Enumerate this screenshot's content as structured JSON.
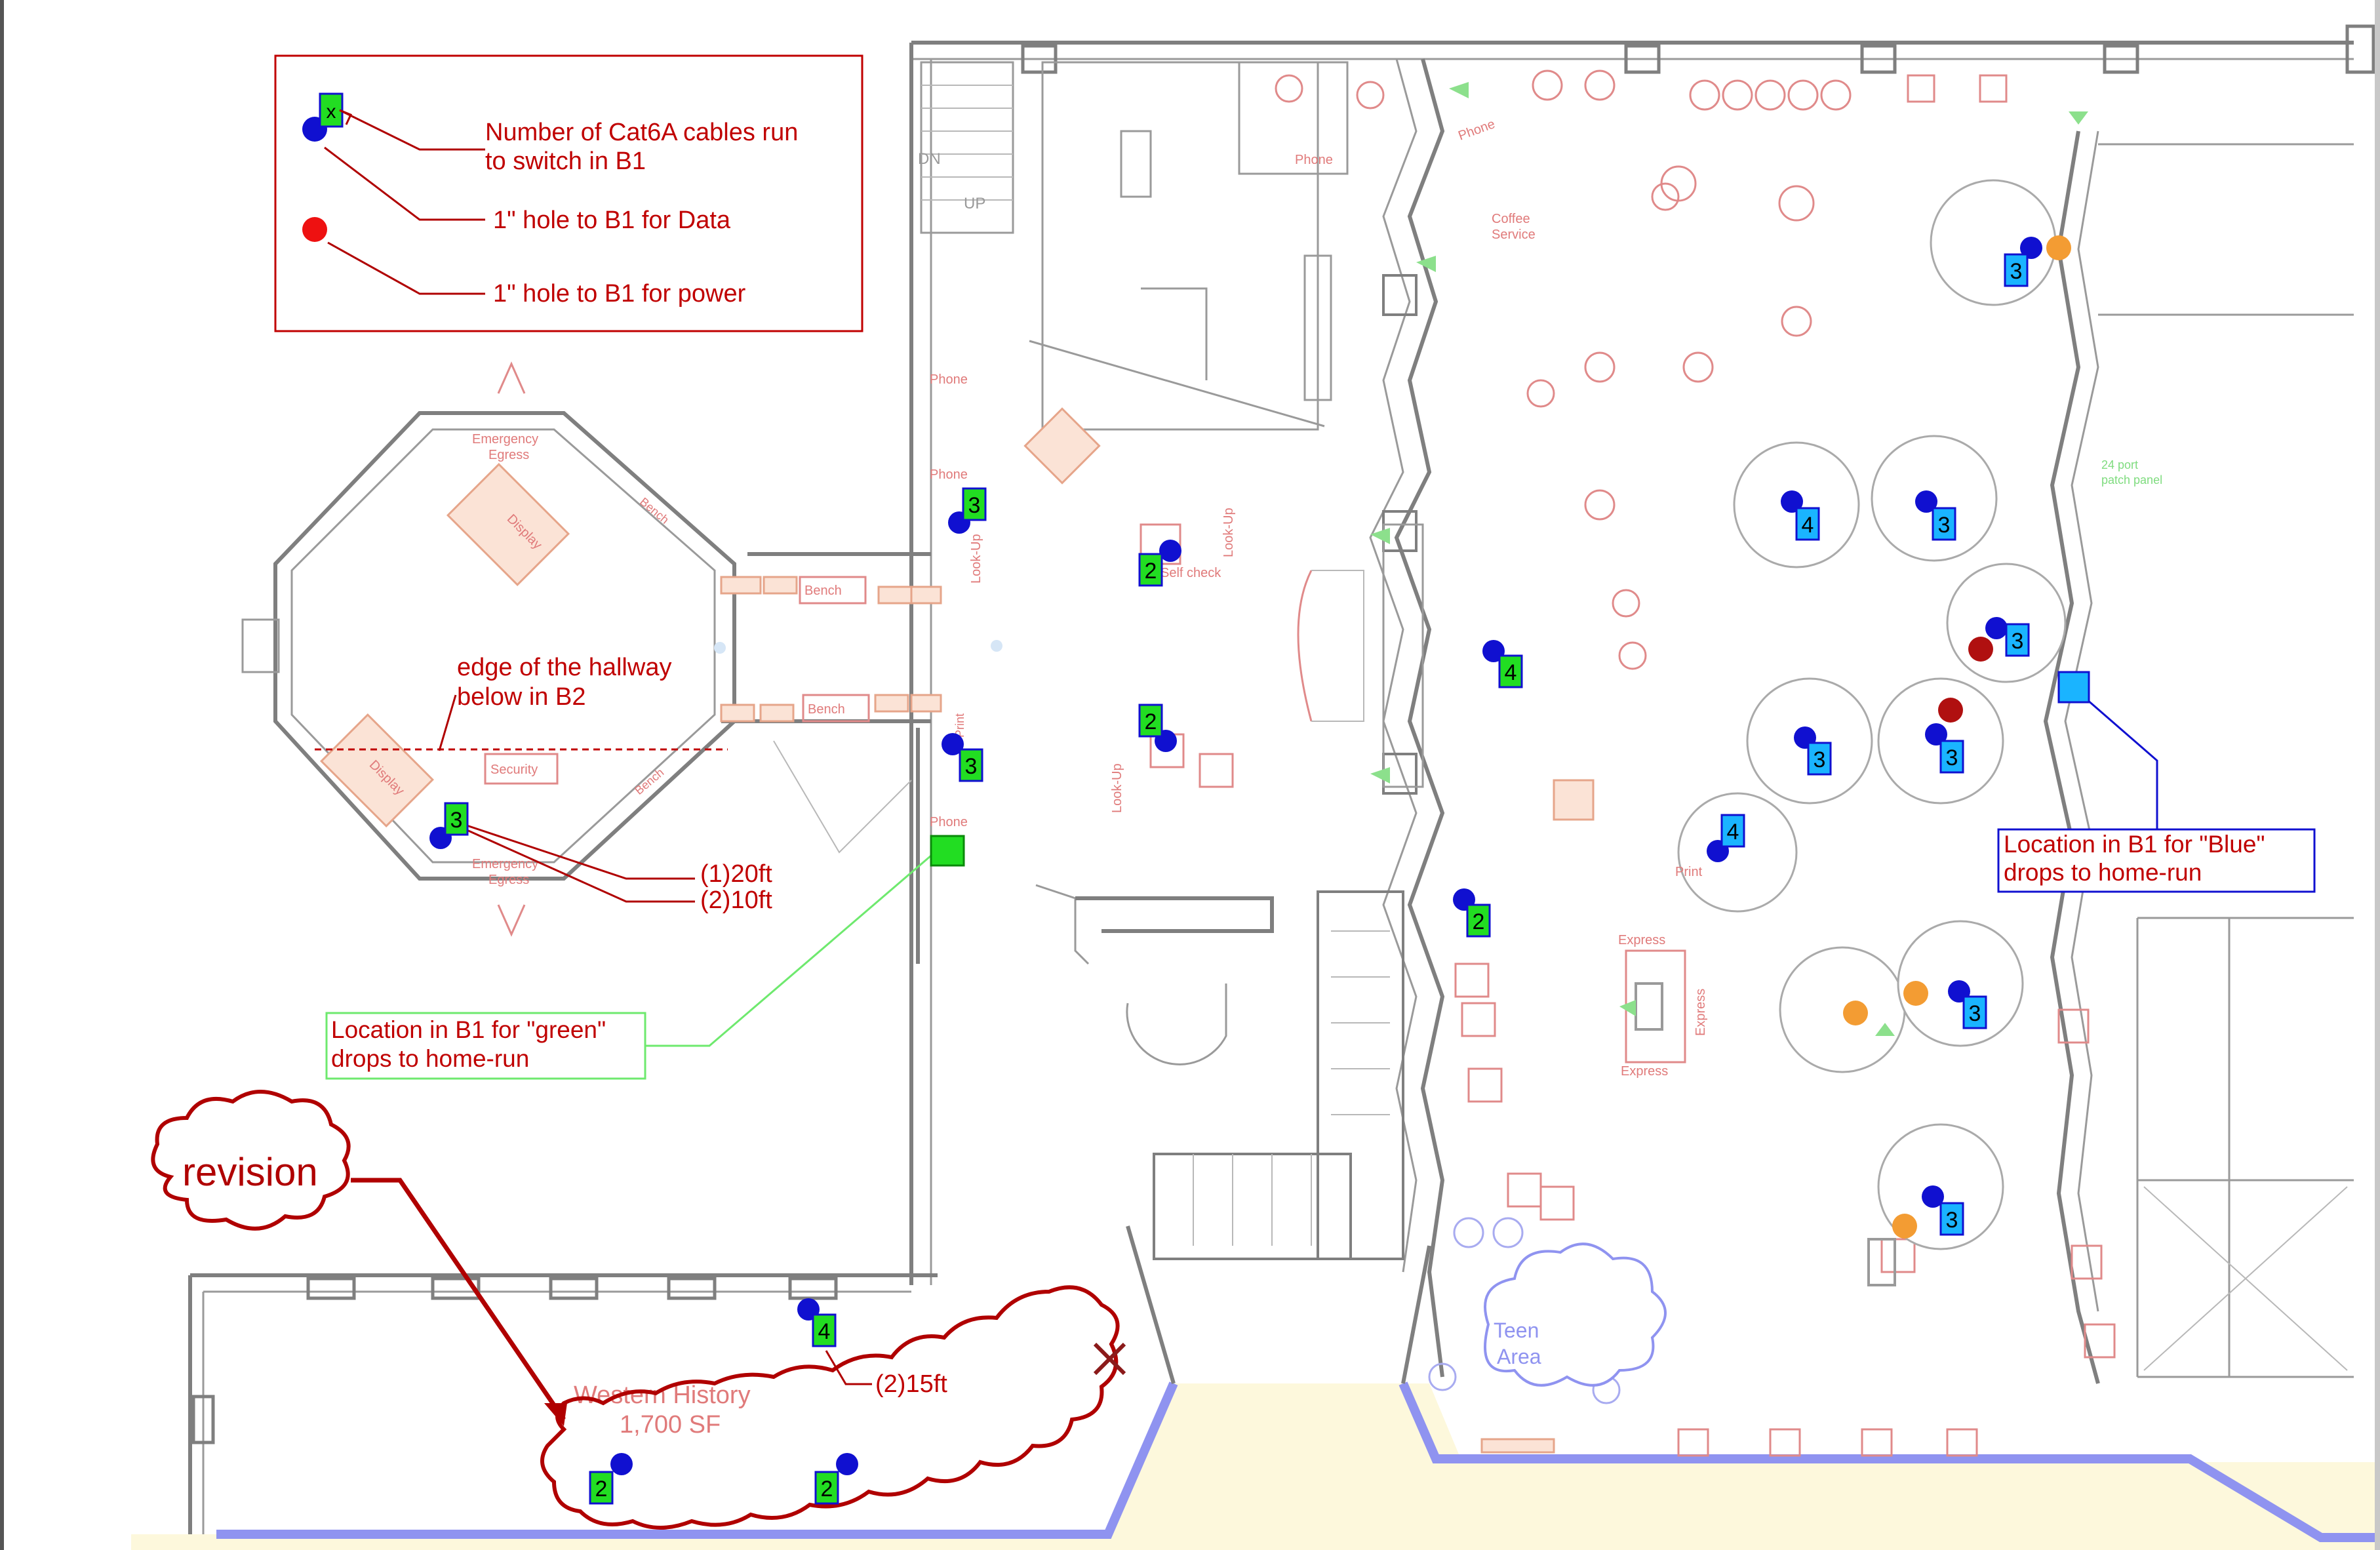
{
  "legend": {
    "cable_count_label": "Number of Cat6A cables run",
    "cable_count_label_2": "to switch in B1",
    "data_hole_label": "1\" hole to B1 for Data",
    "power_hole_label": "1\" hole to B1 for power",
    "sample_tag": "x"
  },
  "callouts": {
    "hallway_edge_1": "edge of the hallway",
    "hallway_edge_2": "below in B2",
    "length_1": "(1)20ft",
    "length_2": "(2)10ft",
    "green_home_1": "Location in B1 for \"green\"",
    "green_home_2": "drops to home-run",
    "blue_home_1": "Location in B1 for \"Blue\"",
    "blue_home_2": "drops to home-run",
    "length_3": "(2)15ft",
    "revision": "revision"
  },
  "rooms": {
    "emergency_egress_top_1": "Emergency",
    "emergency_egress_top_2": "Egress",
    "emergency_egress_bottom_1": "Emergency",
    "emergency_egress_bottom_2": "Egress",
    "display_top": "Display",
    "display_bottom": "Display",
    "bench_1": "Bench",
    "bench_2": "Bench",
    "bench_3": "Bench",
    "bench_4": "Bench",
    "security": "Security",
    "phone_1": "Phone",
    "phone_2": "Phone",
    "phone_3": "Phone",
    "phone_4": "Phone",
    "phone_5": "Phone",
    "look_up_1": "Look-Up",
    "look_up_2": "Look-Up",
    "look_up_3": "Look-Up",
    "self_check": "Self check",
    "print_1": "Print",
    "print_2": "Print",
    "coffee_1": "Coffee",
    "coffee_2": "Service",
    "express_1": "Express",
    "express_2": "Express",
    "express_3": "Express",
    "patch_panel_1": "24 port",
    "patch_panel_2": "patch panel",
    "teen_1": "Teen",
    "teen_2": "Area",
    "western_history_1": "Western History",
    "western_history_2": "1,700 SF",
    "up": "UP",
    "dn": "DN"
  },
  "drops": {
    "green": [
      {
        "count": "3"
      },
      {
        "count": "2"
      },
      {
        "count": "2"
      },
      {
        "count": "3"
      },
      {
        "count": "4"
      },
      {
        "count": "2"
      },
      {
        "count": "3"
      },
      {
        "count": "4"
      },
      {
        "count": "2"
      },
      {
        "count": "2"
      }
    ],
    "blue": [
      {
        "count": "3"
      },
      {
        "count": "4"
      },
      {
        "count": "3"
      },
      {
        "count": "3"
      },
      {
        "count": "3"
      },
      {
        "count": "3"
      },
      {
        "count": "4"
      },
      {
        "count": "3"
      },
      {
        "count": "3"
      }
    ]
  },
  "colors": {
    "callout_red": "#c00000",
    "green_tag": "#22dd22",
    "blue_tag": "#1ab4ff",
    "data_dot": "#1010d0",
    "power_dot": "#ee1111",
    "existing_power_dot": "#b01010",
    "orange_dot": "#f39c33",
    "boundary_blue": "#8f93f0",
    "sidewalk_yellow": "#fdf8dc"
  }
}
